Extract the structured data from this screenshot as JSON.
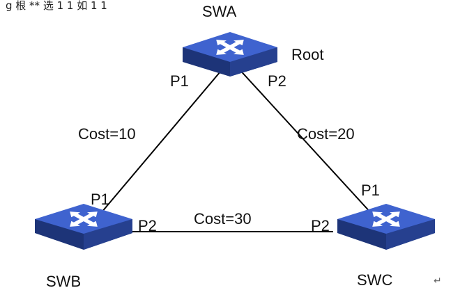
{
  "page_fragment": "g 根 ** 选 1 1 如 1 1",
  "nodes": {
    "swa": {
      "name": "SWA",
      "tag": "Root"
    },
    "swb": {
      "name": "SWB"
    },
    "swc": {
      "name": "SWC"
    }
  },
  "links": {
    "swa_swb": {
      "cost": "Cost=10",
      "port_a": "P1",
      "port_b": "P1"
    },
    "swa_swc": {
      "cost": "Cost=20",
      "port_a": "P2",
      "port_c": "P1"
    },
    "swb_swc": {
      "cost": "Cost=30",
      "port_b": "P2",
      "port_c": "P2"
    }
  },
  "paragraph_mark": "↵",
  "colors": {
    "switch_top": "#3f63cf",
    "switch_side": "#26408f",
    "switch_front": "#1d3478",
    "arrow": "#ffffff",
    "link": "#000000"
  }
}
